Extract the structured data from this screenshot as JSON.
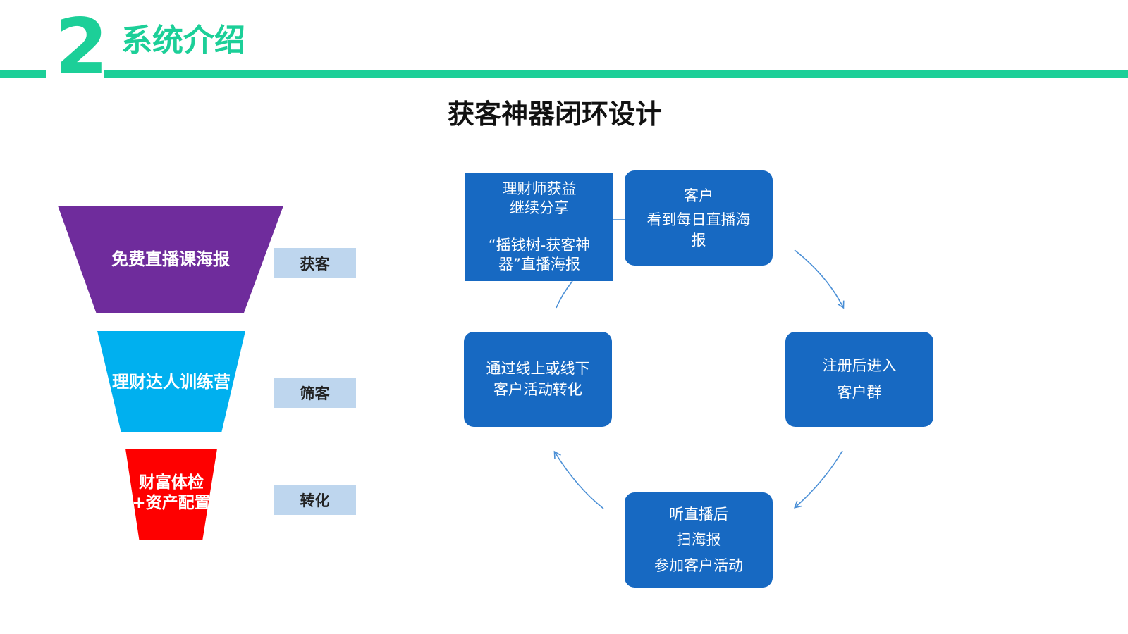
{
  "header": {
    "section_number": "2",
    "section_title": "系统介绍",
    "accent_color": "#1ccf98"
  },
  "main_title": "获客神器闭环设计",
  "funnel": {
    "stages": [
      {
        "label": "免费直播课海报",
        "color": "#6f2c9c",
        "tag": "获客"
      },
      {
        "label": "理财达人训练营",
        "color": "#00b0ef",
        "tag": "筛客"
      },
      {
        "label_lines": [
          "财富体检",
          "+资产配置"
        ],
        "color": "#fe0000",
        "tag": "转化"
      }
    ],
    "tag_color": "#bed6ee"
  },
  "cycle": {
    "node_color": "#1769c2",
    "arrow_color": "#4a8fd6",
    "top": {
      "lines": [
        "客户",
        "看到每日直播海",
        "报"
      ]
    },
    "right": {
      "lines": [
        "注册后进入",
        "客户群"
      ]
    },
    "bottom": {
      "lines": [
        "听直播后",
        "扫海报",
        "参加客户活动"
      ]
    },
    "left": {
      "lines": [
        "通过线上或线下",
        "客户活动转化"
      ]
    },
    "top_left_box": {
      "lines": [
        "理财师获益",
        "继续分享",
        "“摇钱树-获客神",
        "器”直播海报"
      ]
    }
  }
}
